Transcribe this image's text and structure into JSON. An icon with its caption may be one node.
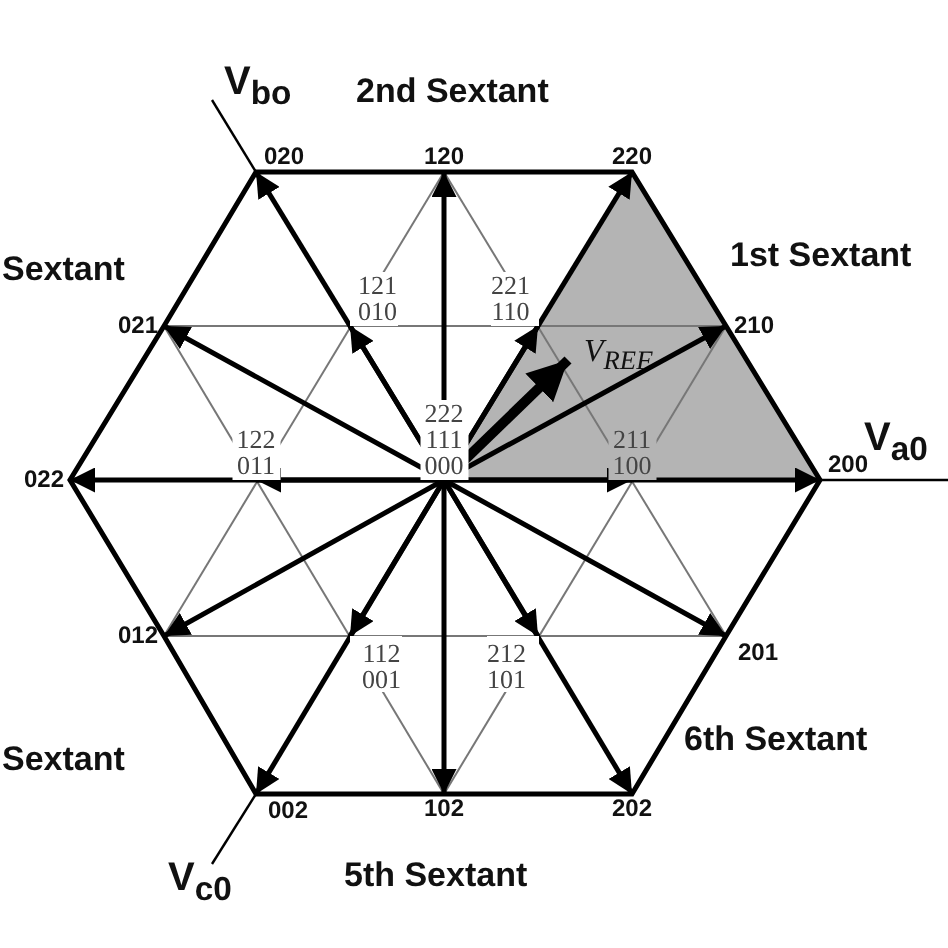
{
  "diagram": {
    "nodes": [
      {
        "text": [
          "020"
        ]
      },
      {
        "text": [
          "120"
        ]
      },
      {
        "text": [
          "220"
        ]
      },
      {
        "text": [
          "121",
          "010"
        ]
      },
      {
        "text": [
          "221",
          "110"
        ]
      },
      {
        "text": [
          "021"
        ]
      },
      {
        "text": [
          "210"
        ]
      },
      {
        "text": [
          "*V*$_{REF}$"
        ]
      },
      {
        "text": [
          "222",
          "111",
          "000"
        ]
      },
      {
        "text": [
          "122",
          "011"
        ]
      },
      {
        "text": [
          "211",
          "100"
        ]
      },
      {
        "text": [
          "022"
        ]
      },
      {
        "text": [
          "200"
        ]
      },
      {
        "text": [
          "012"
        ]
      },
      {
        "text": [
          "201"
        ]
      },
      {
        "text": [
          "112",
          "001"
        ]
      },
      {
        "text": [
          "212",
          "101"
        ]
      },
      {
        "text": [
          "002"
        ]
      },
      {
        "text": [
          "102"
        ]
      },
      {
        "text": [
          "202"
        ]
      }
    ],
    "edges": [
      {
        "from": 8,
        "to": 7,
        "arrow": "to",
        "style": "thick"
      },
      {
        "from": 8,
        "to": 0,
        "arrow": "to"
      },
      {
        "from": 8,
        "to": 1,
        "arrow": "to"
      },
      {
        "from": 8,
        "to": 2,
        "arrow": "to"
      },
      {
        "from": 8,
        "to": 3,
        "arrow": "to"
      },
      {
        "from": 8,
        "to": 4,
        "arrow": "to"
      },
      {
        "from": 8,
        "to": 5,
        "arrow": "to"
      },
      {
        "from": 8,
        "to": 6,
        "arrow": "to"
      },
      {
        "from": 8,
        "to": 9,
        "arrow": "to"
      },
      {
        "from": 8,
        "to": 10,
        "arrow": "to"
      },
      {
        "from": 8,
        "to": 11,
        "arrow": "to"
      },
      {
        "from": 8,
        "to": 12,
        "arrow": "to"
      },
      {
        "from": 8,
        "to": 13,
        "arrow": "to"
      },
      {
        "from": 8,
        "to": 14,
        "arrow": "to"
      },
      {
        "from": 8,
        "to": 15,
        "arrow": "to"
      },
      {
        "from": 8,
        "to": 16,
        "arrow": "to"
      },
      {
        "from": 8,
        "to": 17,
        "arrow": "to"
      },
      {
        "from": 8,
        "to": 18,
        "arrow": "to"
      },
      {
        "from": 8,
        "to": 19,
        "arrow": "to"
      }
    ],
    "labels": [
      "V$_{bo}$",
      "2nd Sextant",
      "Sextant",
      "1st Sextant",
      "V$_{a0}$",
      "Sextant",
      "6th Sextant",
      "V$_{c0}$",
      "5th Sextant"
    ]
  }
}
